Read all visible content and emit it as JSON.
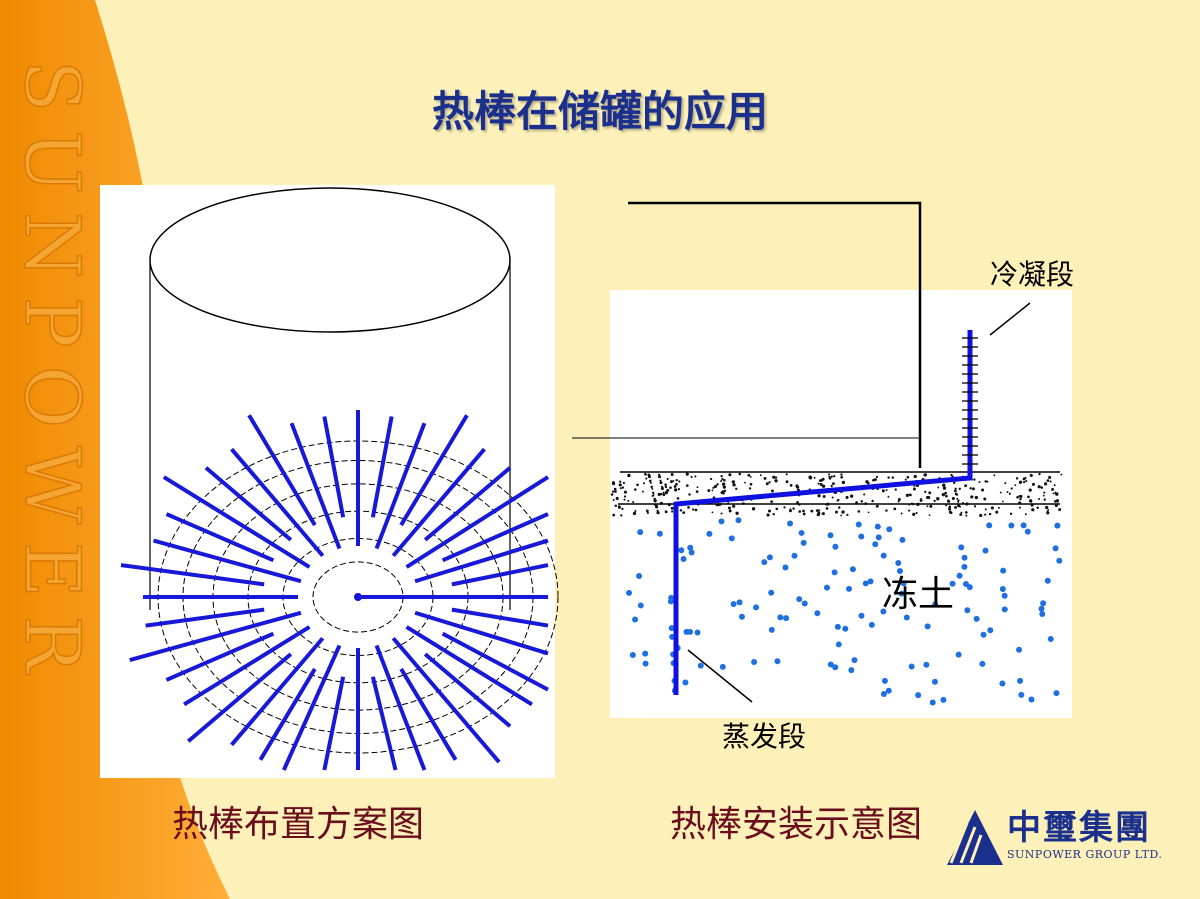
{
  "slide": {
    "title": "热棒在储罐的应用",
    "watermark": "SUNPOWER",
    "left_caption": "热棒布置方案图",
    "right_caption": "热棒安装示意图"
  },
  "diagram_right": {
    "condenser_label": "冷凝段",
    "evaporator_label": "蒸发段",
    "soil_label": "冻土"
  },
  "logo": {
    "chinese_name": "中璽集團",
    "english_name": "SUNPOWER GROUP LTD."
  },
  "colors": {
    "background": "#fdf0b8",
    "accent_orange": "#f79a12",
    "title_blue": "#1b2f8c",
    "caption_red": "#6a0d1c",
    "pipe_blue": "#1010e0"
  }
}
